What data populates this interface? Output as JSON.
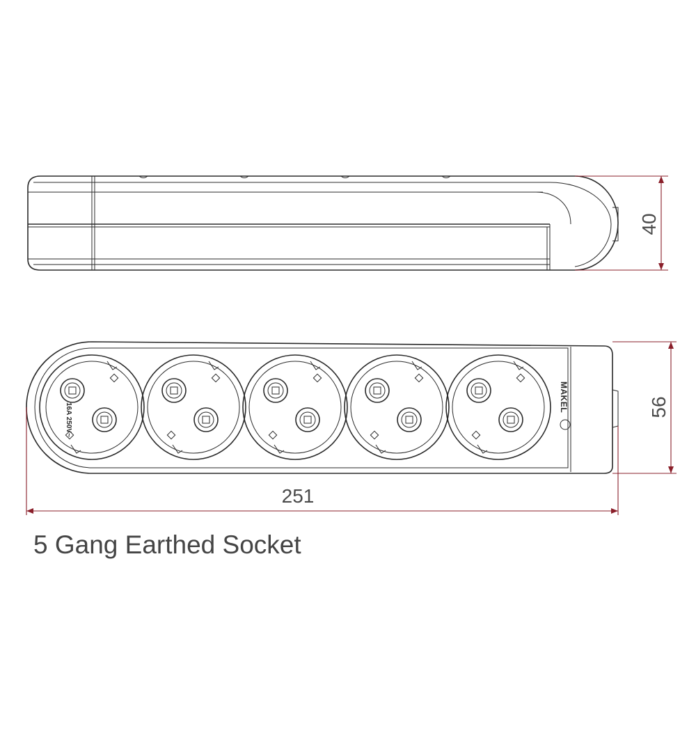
{
  "title": "5 Gang Earthed Socket",
  "dimensions": {
    "height": "40",
    "width": "56",
    "length": "251"
  },
  "socket_rating": "16A 250V~",
  "brand": "MAKEL",
  "socket_count": 5,
  "colors": {
    "outline": "#2a2a2a",
    "dimension_line": "#8a1f2a",
    "dimension_text": "#4a4a4a"
  }
}
